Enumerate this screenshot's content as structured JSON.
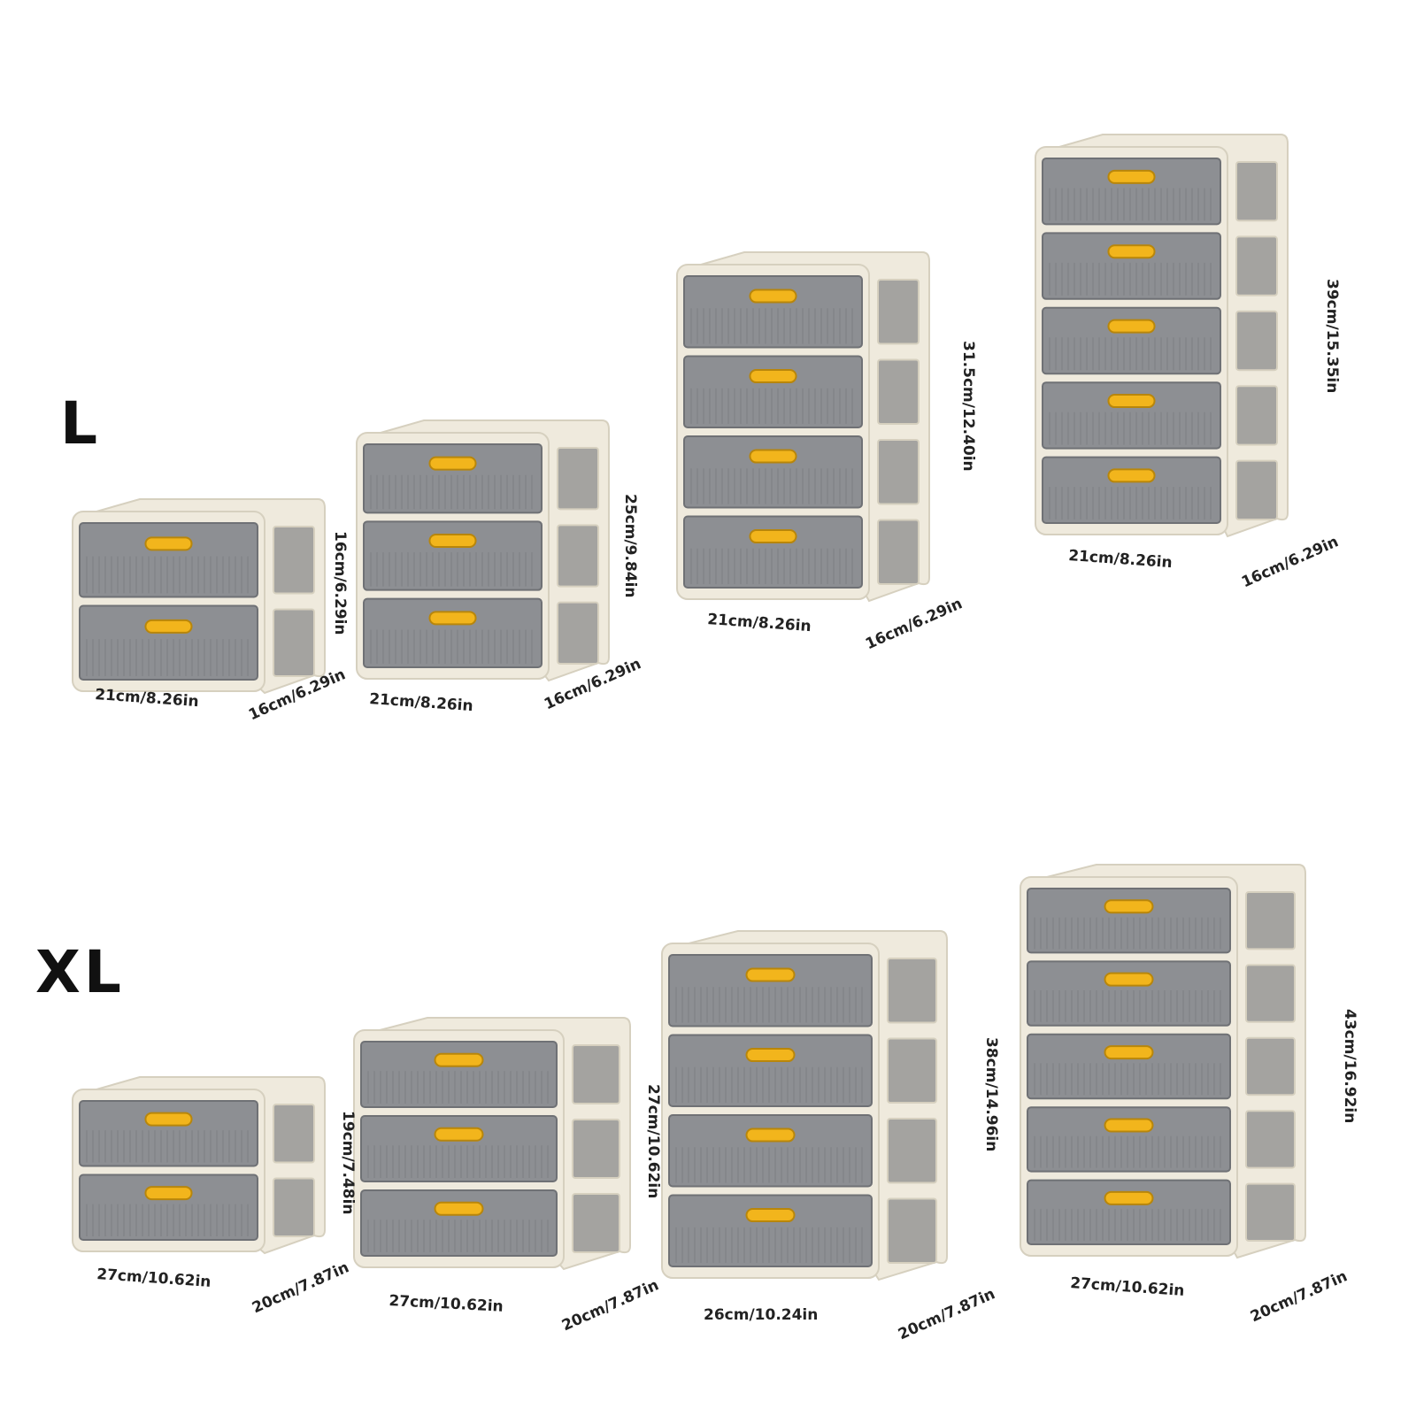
{
  "colors": {
    "frame": "#efeadd",
    "frame_stroke": "#d6d0bf",
    "drawer": "#8d8f93",
    "drawer_dark": "#6f7175",
    "side_panel": "#a4a3a0",
    "handle": "#f2b51c",
    "handle_stroke": "#b8860b"
  },
  "groups": [
    {
      "label": "L",
      "units": [
        {
          "drawers": 2,
          "width": "21cm/8.26in",
          "depth": "16cm/6.29in",
          "height": "16cm/6.29in"
        },
        {
          "drawers": 3,
          "width": "21cm/8.26in",
          "depth": "16cm/6.29in",
          "height": "25cm/9.84in"
        },
        {
          "drawers": 4,
          "width": "21cm/8.26in",
          "depth": "16cm/6.29in",
          "height": "31.5cm/12.40in"
        },
        {
          "drawers": 5,
          "width": "21cm/8.26in",
          "depth": "16cm/6.29in",
          "height": "39cm/15.35in"
        }
      ]
    },
    {
      "label": "XL",
      "units": [
        {
          "drawers": 2,
          "width": "27cm/10.62in",
          "depth": "20cm/7.87in",
          "height": "19cm/7.48in"
        },
        {
          "drawers": 3,
          "width": "27cm/10.62in",
          "depth": "20cm/7.87in",
          "height": "27cm/10.62in"
        },
        {
          "drawers": 4,
          "width": "26cm/10.24in",
          "depth": "20cm/7.87in",
          "height": "38cm/14.96in"
        },
        {
          "drawers": 5,
          "width": "27cm/10.62in",
          "depth": "20cm/7.87in",
          "height": "43cm/16.92in"
        }
      ]
    }
  ]
}
